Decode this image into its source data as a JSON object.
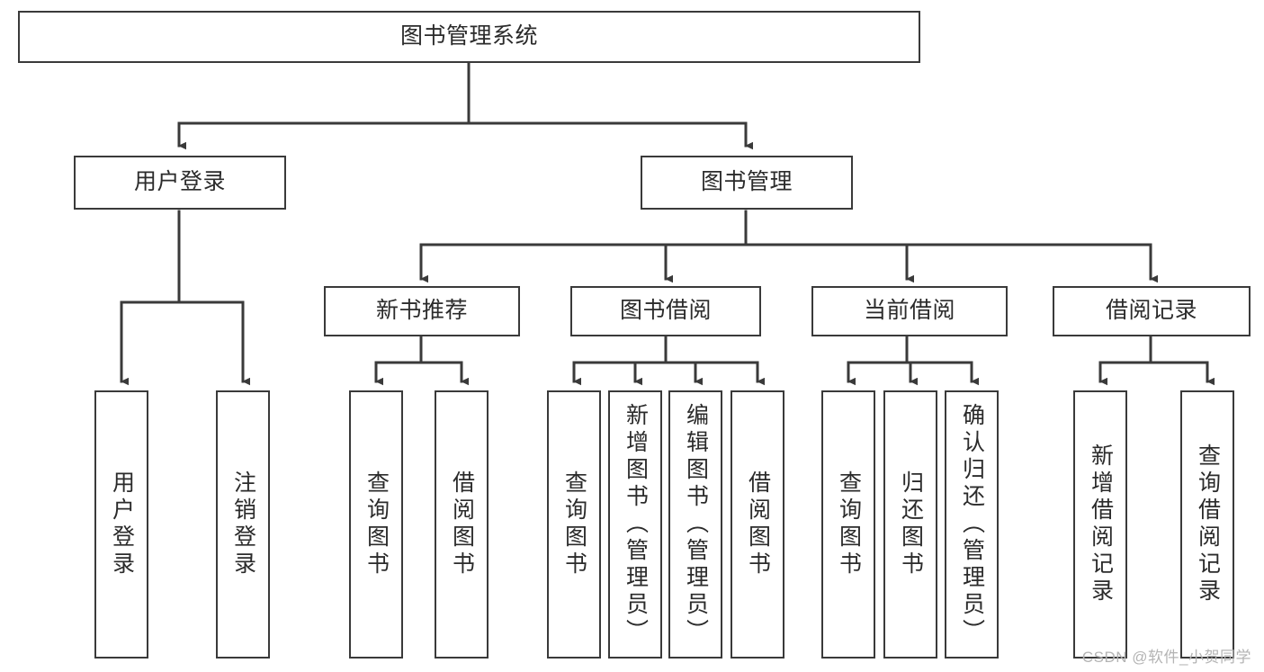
{
  "diagram": {
    "type": "tree-hierarchy-chart",
    "title": "图书管理系统",
    "watermark": "CSDN @软件_小贺同学",
    "colors": {
      "box_border": "#3a3a3a",
      "box_fill": "#ffffff",
      "connector": "#3a3a3a",
      "text": "#2b2b2b",
      "watermark": "#b4b4b4",
      "background": "#ffffff"
    },
    "levels": [
      {
        "level": 1,
        "nodes": [
          {
            "id": "root",
            "label": "图书管理系统",
            "orientation": "horizontal"
          }
        ]
      },
      {
        "level": 2,
        "nodes": [
          {
            "id": "user-login",
            "label": "用户登录",
            "orientation": "horizontal",
            "parent": "root"
          },
          {
            "id": "book-manage",
            "label": "图书管理",
            "orientation": "horizontal",
            "parent": "root"
          }
        ]
      },
      {
        "level": 3,
        "nodes": [
          {
            "id": "new-book-rec",
            "label": "新书推荐",
            "orientation": "horizontal",
            "parent": "book-manage"
          },
          {
            "id": "book-borrow",
            "label": "图书借阅",
            "orientation": "horizontal",
            "parent": "book-manage"
          },
          {
            "id": "current-borrow",
            "label": "当前借阅",
            "orientation": "horizontal",
            "parent": "book-manage"
          },
          {
            "id": "borrow-record",
            "label": "借阅记录",
            "orientation": "horizontal",
            "parent": "book-manage"
          }
        ]
      },
      {
        "level": 4,
        "nodes": [
          {
            "id": "leaf-user-login",
            "label": "用户登录",
            "orientation": "vertical",
            "parent": "user-login"
          },
          {
            "id": "leaf-logout",
            "label": "注销登录",
            "orientation": "vertical",
            "parent": "user-login"
          },
          {
            "id": "leaf-query-book-1",
            "label": "查询图书",
            "orientation": "vertical",
            "parent": "new-book-rec"
          },
          {
            "id": "leaf-borrow-book-1",
            "label": "借阅图书",
            "orientation": "vertical",
            "parent": "new-book-rec"
          },
          {
            "id": "leaf-query-book-2",
            "label": "查询图书",
            "orientation": "vertical",
            "parent": "book-borrow"
          },
          {
            "id": "leaf-add-book",
            "label": "新增图书（管理员）",
            "orientation": "vertical",
            "parent": "book-borrow"
          },
          {
            "id": "leaf-edit-book",
            "label": "编辑图书（管理员）",
            "orientation": "vertical",
            "parent": "book-borrow"
          },
          {
            "id": "leaf-borrow-book-2",
            "label": "借阅图书",
            "orientation": "vertical",
            "parent": "book-borrow"
          },
          {
            "id": "leaf-query-book-3",
            "label": "查询图书",
            "orientation": "vertical",
            "parent": "current-borrow"
          },
          {
            "id": "leaf-return-book",
            "label": "归还图书",
            "orientation": "vertical",
            "parent": "current-borrow"
          },
          {
            "id": "leaf-confirm-return",
            "label": "确认归还（管理员）",
            "orientation": "vertical",
            "parent": "current-borrow"
          },
          {
            "id": "leaf-add-record",
            "label": "新增借阅记录",
            "orientation": "vertical",
            "parent": "borrow-record"
          },
          {
            "id": "leaf-query-record",
            "label": "查询借阅记录",
            "orientation": "vertical",
            "parent": "borrow-record"
          }
        ]
      }
    ]
  }
}
